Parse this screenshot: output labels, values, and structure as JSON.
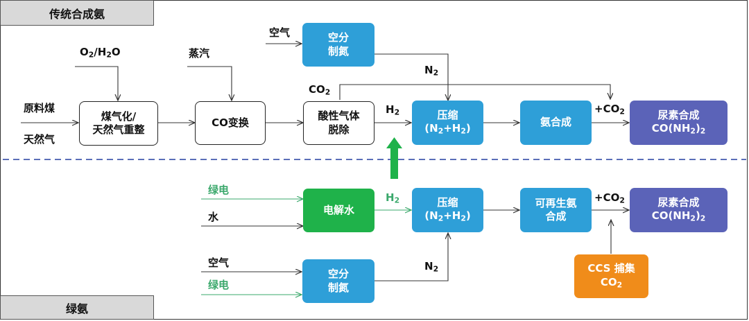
{
  "sections": {
    "top_tab": "传统合成氨",
    "bottom_tab": "绿氨"
  },
  "top": {
    "feed_coal": "原料煤",
    "feed_gas": "天然气",
    "o2_h2o": "O2/H2O",
    "steam": "蒸汽",
    "air": "空气",
    "gasify_line1": "煤气化/",
    "gasify_line2": "天然气重整",
    "co_shift": "CO变换",
    "acid_line1": "酸性气体",
    "acid_line2": "脱除",
    "asu_line1": "空分",
    "asu_line2": "制氮",
    "co2_label": "CO2",
    "n2_label": "N2",
    "h2_label": "H2",
    "compress_line1": "压缩",
    "compress_line2": "(N2+H2)",
    "ammonia": "氨合成",
    "plus_co2": "+CO2",
    "urea_line1": "尿素合成",
    "urea_line2": "CO(NH2)2"
  },
  "bottom": {
    "green_power_1": "绿电",
    "water": "水",
    "electrolysis": "电解水",
    "h2_label": "H2",
    "compress_line1": "压缩",
    "compress_line2": "(N2+H2)",
    "renew_line1": "可再生氨",
    "renew_line2": "合成",
    "plus_co2": "+CO2",
    "urea_line1": "尿素合成",
    "urea_line2": "CO(NH2)2",
    "air": "空气",
    "green_power_2": "绿电",
    "asu_line1": "空分",
    "asu_line2": "制氮",
    "n2_label": "N2",
    "ccs_line1": "CCS 捕集",
    "ccs_line2": "CO2"
  },
  "colors": {
    "blue": "#2e9fd8",
    "purple": "#5b63b8",
    "green": "#1fb24a",
    "orange": "#f08c1a",
    "divider": "#5b6fb8"
  }
}
